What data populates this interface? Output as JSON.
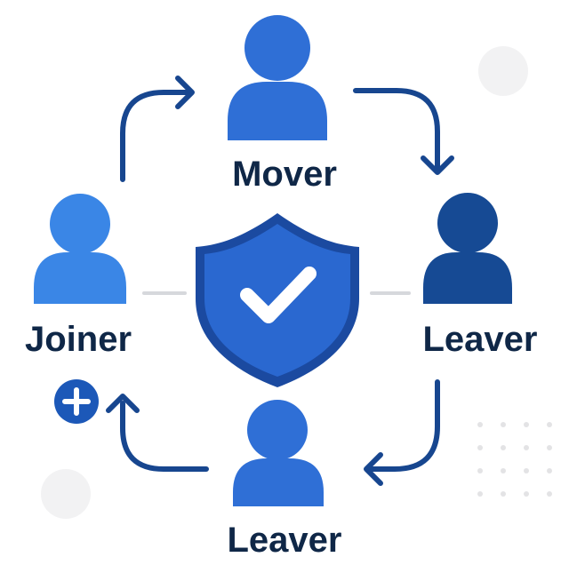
{
  "diagram": {
    "nodes": {
      "mover": {
        "label": "Mover",
        "color": "#2f6fd6",
        "icon": "person-icon"
      },
      "leaver_right": {
        "label": "Leaver",
        "color": "#164a94",
        "icon": "person-icon"
      },
      "leaver_bottom": {
        "label": "Leaver",
        "color": "#2f6fd6",
        "icon": "person-icon"
      },
      "joiner": {
        "label": "Joiner",
        "color": "#3a86e6",
        "icon": "person-icon",
        "badge": "plus-icon"
      }
    },
    "center": {
      "icon": "shield-check-icon",
      "color": "#2a68d0",
      "border": "#1b4aa0"
    },
    "arrow_color": "#17468f",
    "text_color": "#0f2747"
  }
}
